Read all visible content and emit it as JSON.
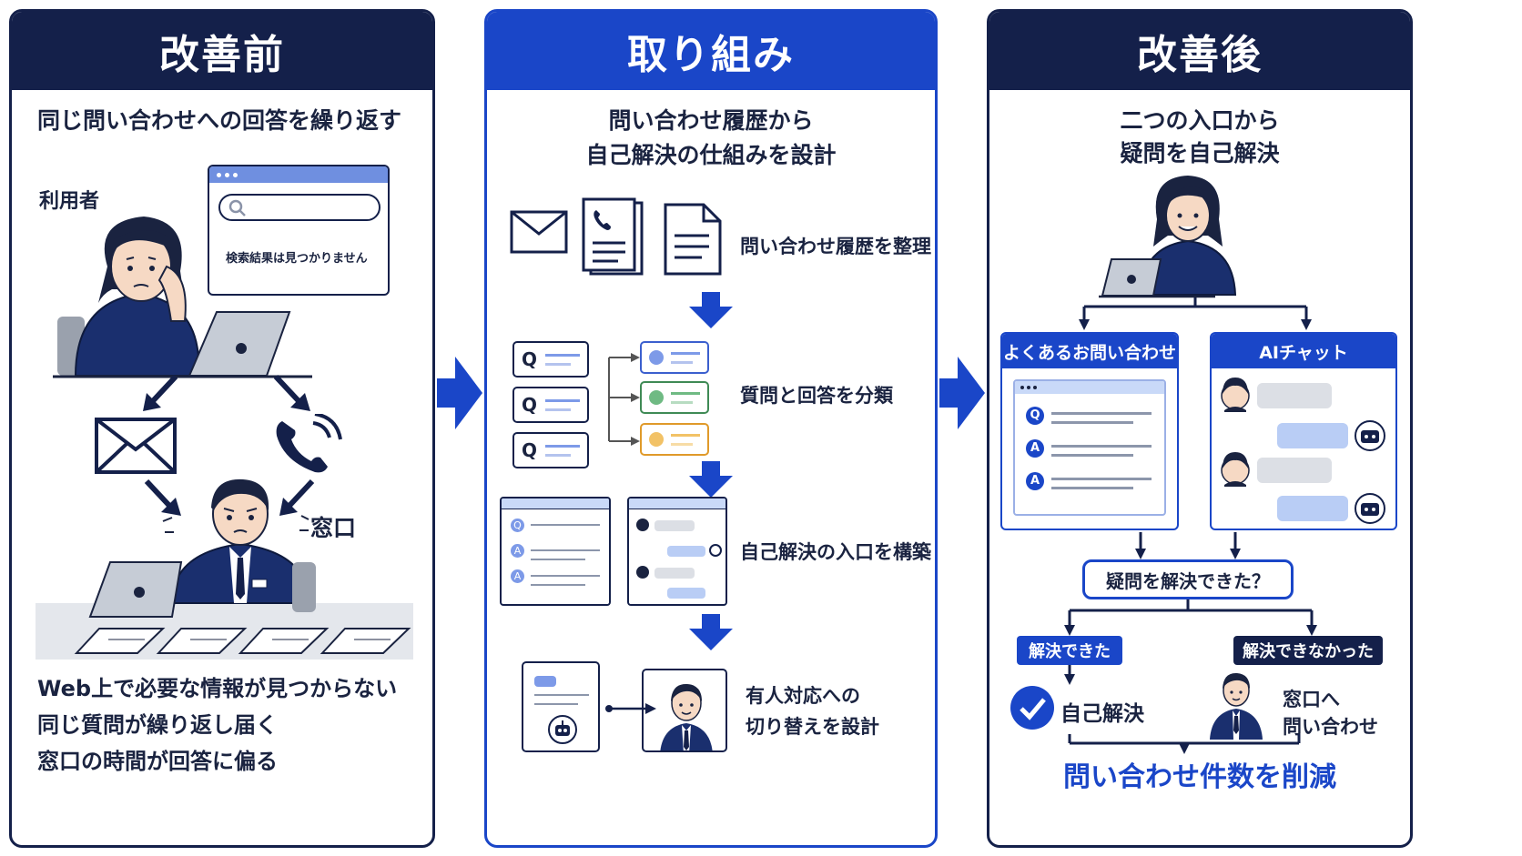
{
  "before": {
    "title": "改善前",
    "subtitle": "同じ問い合わせへの回答を繰り返す",
    "user_label": "利用者",
    "search_result": "検索結果は見つかりません",
    "desk_label": "窓口",
    "bullets": [
      "Web上で必要な情報が見つからない",
      "同じ質問が繰り返し届く",
      "窓口の時間が回答に偏る"
    ]
  },
  "action": {
    "title": "取り組み",
    "subtitle_line1": "問い合わせ履歴から",
    "subtitle_line2": "自己解決の仕組みを設計",
    "steps": [
      "問い合わせ履歴を整理",
      "質問と回答を分類",
      "自己解決の入口を構築"
    ],
    "step4_line1": "有人対応への",
    "step4_line2": "切り替えを設計",
    "q_letter": "Q",
    "a_letter": "A"
  },
  "after": {
    "title": "改善後",
    "subtitle_line1": "二つの入口から",
    "subtitle_line2": "疑問を自己解決",
    "faq_title": "よくあるお問い合わせ",
    "chat_title": "AIチャット",
    "question": "疑問を解決できた？",
    "yes": "解決できた",
    "no": "解決できなかった",
    "self_solve": "自己解決",
    "contact_line1": "窓口へ",
    "contact_line2": "問い合わせ",
    "result": "問い合わせ件数を削減"
  },
  "colors": {
    "navy": "#14204a",
    "blue": "#1a46c8",
    "light_blue": "#c9d9f8",
    "skin": "#f6d9c4"
  }
}
